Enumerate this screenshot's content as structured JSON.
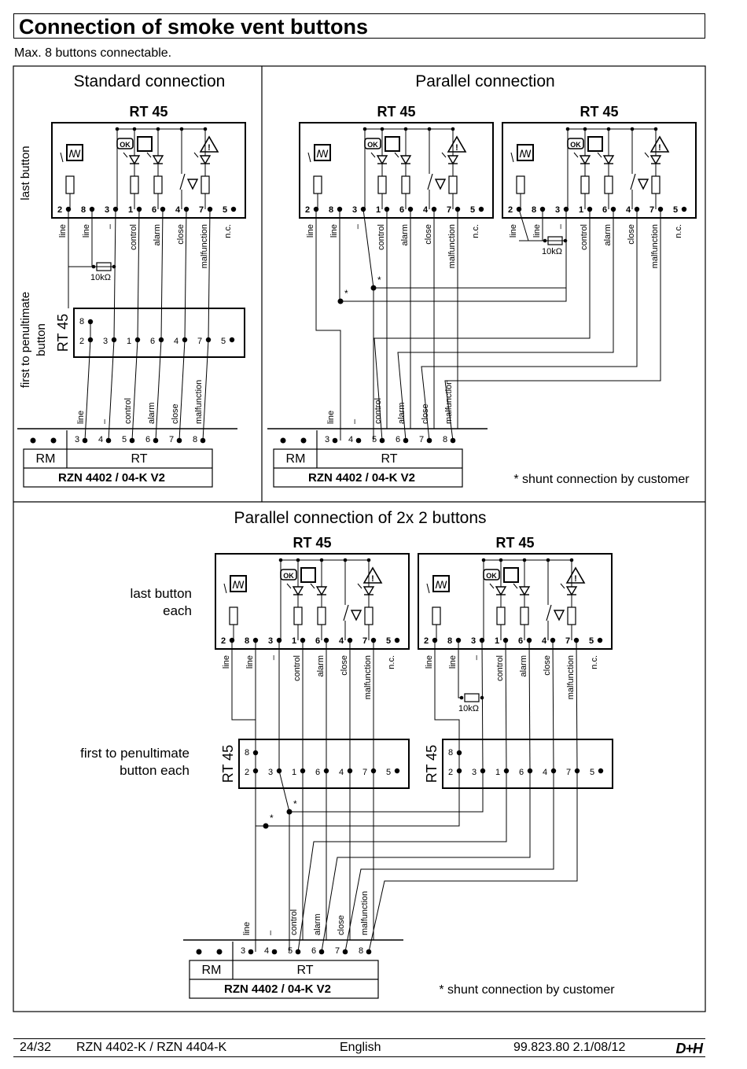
{
  "header": {
    "title": "Connection of smoke vent buttons",
    "subtitle": "Max. 8 buttons connectable."
  },
  "sections": {
    "standard": "Standard connection",
    "parallel": "Parallel connection",
    "parallel2x2": "Parallel connection of 2x 2 buttons"
  },
  "device": {
    "name": "RT 45",
    "terminal_numbers": [
      "2",
      "8",
      "3",
      "1",
      "6",
      "4",
      "7",
      "5"
    ],
    "terminal_labels": [
      "line",
      "line",
      "–",
      "control",
      "alarm",
      "close",
      "malfunction",
      "n.c."
    ],
    "icon_ok": "OK",
    "ok_icon": "ok-icon",
    "smoke_icon": "smoke-vent-icon",
    "warning_icon": "warning-triangle-icon",
    "led_icon": "led-icon",
    "switch_icon": "switch-icon",
    "resistor_icon": "resistor-icon"
  },
  "sub_device": {
    "name": "RT 45",
    "top_terminal": "8",
    "terminal_numbers": [
      "2",
      "3",
      "1",
      "6",
      "4",
      "7",
      "5"
    ]
  },
  "labels": {
    "last_button": "last button",
    "first_to_penultimate": "first to penultimate button",
    "last_button_each": "last button each",
    "first_to_penultimate_each": "first to penultimate button each",
    "resistor": "10kΩ",
    "shunt_mark": "*",
    "shunt_note": "* shunt connection by customer"
  },
  "controller": {
    "name": "RZN 4402 / 04-K V2",
    "rm": "RM",
    "rt": "RT",
    "terminal_numbers": [
      "3",
      "4",
      "5",
      "6",
      "7",
      "8"
    ],
    "terminal_labels": [
      "line",
      "–",
      "control",
      "alarm",
      "close",
      "malfunction"
    ]
  },
  "footer": {
    "page": "24/32",
    "product": "RZN 4402-K / RZN 4404-K",
    "language": "English",
    "doc_id": "99.823.80 2.1/08/12",
    "logo": "D+H"
  }
}
